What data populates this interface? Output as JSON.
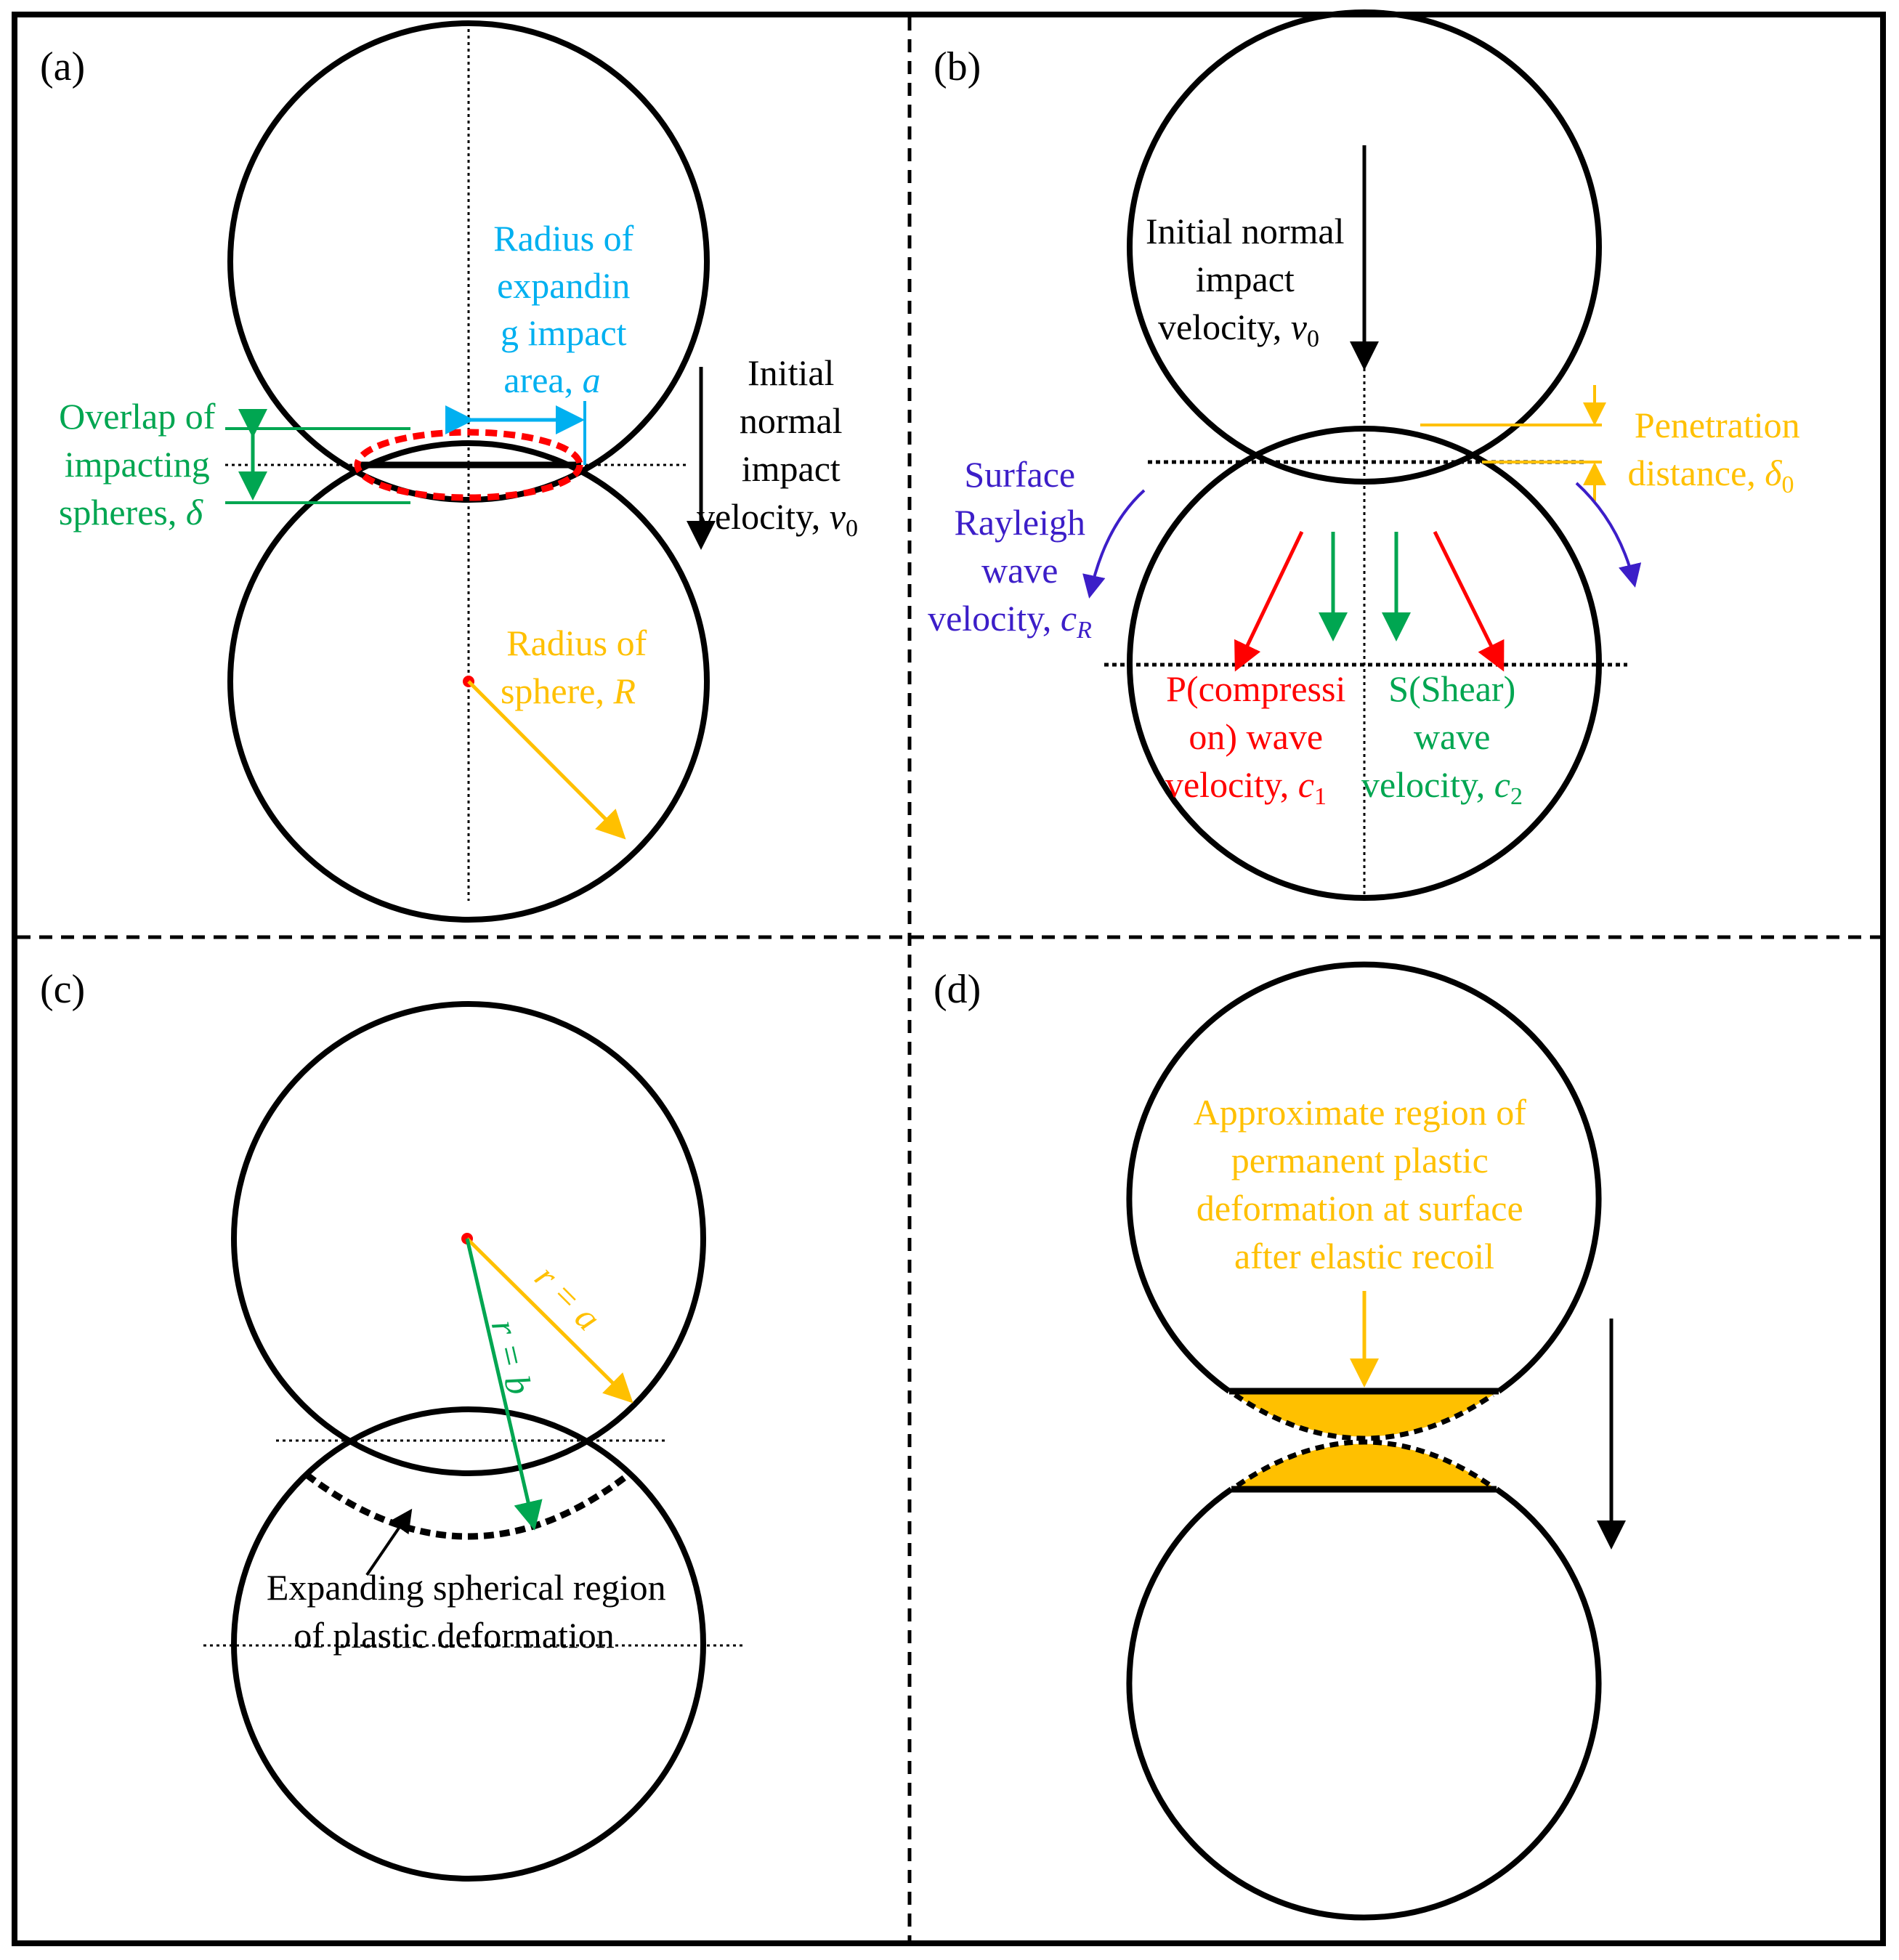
{
  "colors": {
    "black": "#000000",
    "red": "#ff0000",
    "green": "#00a651",
    "cyan": "#00b0f0",
    "orange": "#ffc000",
    "blue": "#3c1ec8"
  },
  "panel_a": {
    "tag": "(a)",
    "radius_area": [
      "Radius of",
      "expandin",
      "g impact",
      "area, "
    ],
    "radius_area_sym": "a",
    "velocity": [
      "Initial",
      "normal",
      "impact",
      "velocity, "
    ],
    "velocity_sym": "v",
    "velocity_sub": "0",
    "overlap": [
      "Overlap of",
      "impacting",
      "spheres, "
    ],
    "overlap_sym": "δ",
    "radius_sphere": [
      "Radius of",
      "sphere, "
    ],
    "radius_sphere_sym": "R"
  },
  "panel_b": {
    "tag": "(b)",
    "velocity": [
      "Initial normal",
      "impact",
      "velocity, "
    ],
    "velocity_sym": "v",
    "velocity_sub": "0",
    "penetration": [
      "Penetration",
      "distance, "
    ],
    "penetration_sym": "δ",
    "penetration_sub": "0",
    "rayleigh": [
      "Surface",
      "Rayleigh",
      "wave",
      "velocity, "
    ],
    "rayleigh_sym": "c",
    "rayleigh_sub": "R",
    "pwave": [
      "P(compressi",
      "on) wave",
      "velocity, "
    ],
    "pwave_sym": "c",
    "pwave_sub": "1",
    "swave": [
      "S(Shear)",
      "wave",
      "velocity, "
    ],
    "swave_sym": "c",
    "swave_sub": "2"
  },
  "panel_c": {
    "tag": "(c)",
    "r_a": "r = a",
    "r_b": "r = b",
    "plastic": [
      "Expanding spherical region",
      "of plastic deformation"
    ]
  },
  "panel_d": {
    "tag": "(d)",
    "region": [
      "Approximate region of",
      "permanent plastic",
      "deformation at surface",
      "after elastic recoil"
    ]
  }
}
